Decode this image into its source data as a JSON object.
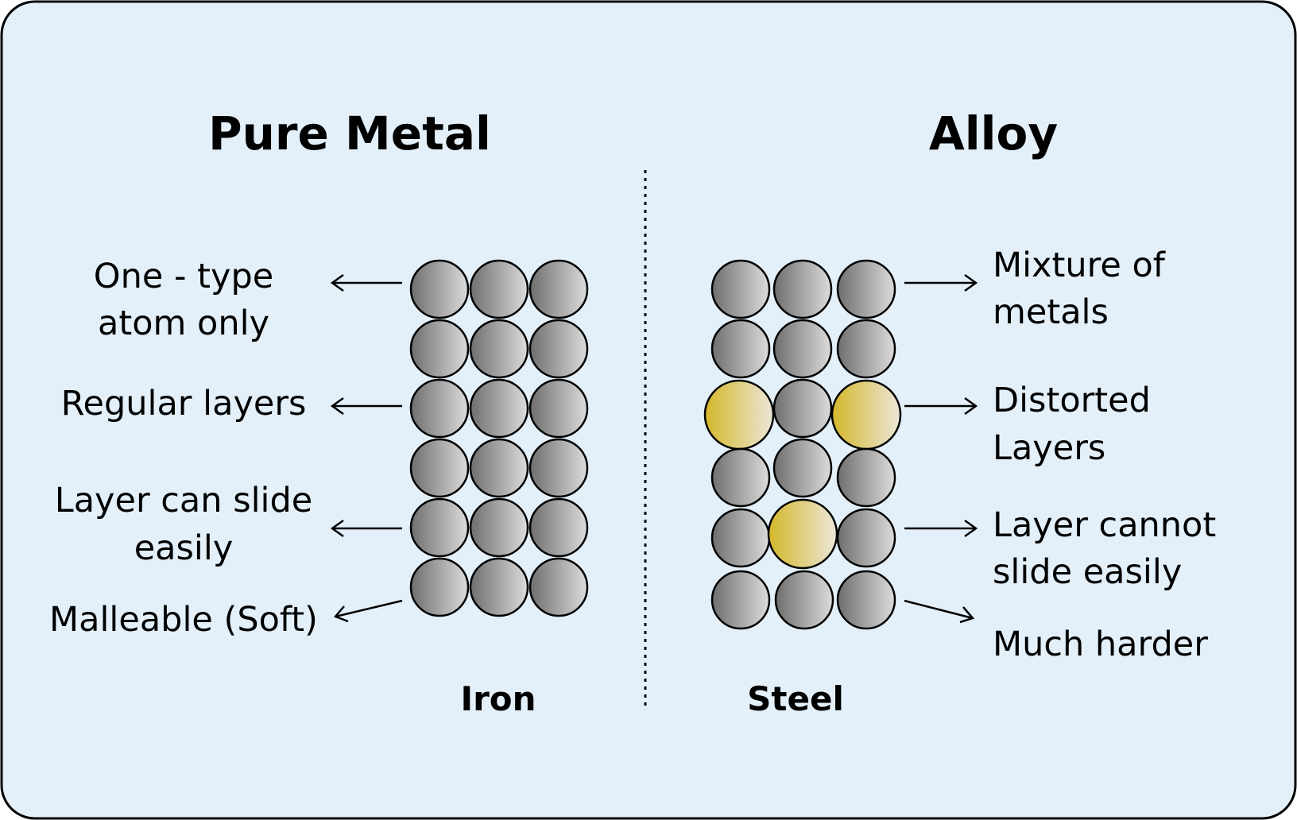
{
  "colors": {
    "background": "#e3f0fa",
    "border": "#000000",
    "metal_atom_dark": "#6e6e6e",
    "metal_atom_light": "#dcdcdc",
    "alloy_atom_dark": "#d4b72a",
    "alloy_atom_light": "#ebe7d9"
  },
  "pure_metal": {
    "title": "Pure Metal",
    "caption": "Iron",
    "labels": {
      "one_type_line1": "One - type",
      "one_type_line2": "atom only",
      "regular_layers": "Regular layers",
      "slide_line1": "Layer can slide",
      "slide_line2": "easily",
      "malleable": "Malleable (Soft)"
    }
  },
  "alloy": {
    "title": "Alloy",
    "caption": "Steel",
    "labels": {
      "mixture_line1": "Mixture of",
      "mixture_line2": "metals",
      "distorted_line1": "Distorted",
      "distorted_line2": "Layers",
      "cannot_slide_line1": "Layer cannot",
      "cannot_slide_line2": "slide easily",
      "harder": "Much harder"
    }
  }
}
